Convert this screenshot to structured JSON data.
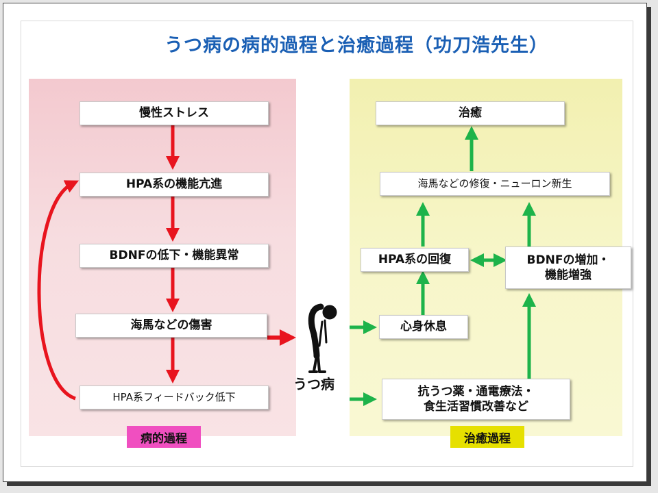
{
  "title": "うつ病の病的過程と治癒過程（功刀浩先生）",
  "left": {
    "tag": "病的過程",
    "boxes": {
      "stress": "慢性ストレス",
      "hpa": "HPA系の機能亢進",
      "bdnf": "BDNFの低下・機能異常",
      "damage": "海馬などの傷害",
      "feedback": "HPA系フィードバック低下"
    }
  },
  "center": {
    "label": "うつ病"
  },
  "right": {
    "tag": "治癒過程",
    "boxes": {
      "heal": "治癒",
      "repair": "海馬などの修復・ニューロン新生",
      "hpa_recover": "HPA系の回復",
      "bdnf_up_line1": "BDNFの増加・",
      "bdnf_up_line2": "機能増強",
      "rest": "心身休息",
      "treat_line1": "抗うつ薬・通電療法・",
      "treat_line2": "食生活習慣改善など"
    }
  },
  "colors": {
    "title": "#1a5fb4",
    "red_arrow": "#e8141e",
    "green_arrow": "#1db34a",
    "left_tag": "#f04fc0",
    "right_tag": "#e6e000"
  }
}
